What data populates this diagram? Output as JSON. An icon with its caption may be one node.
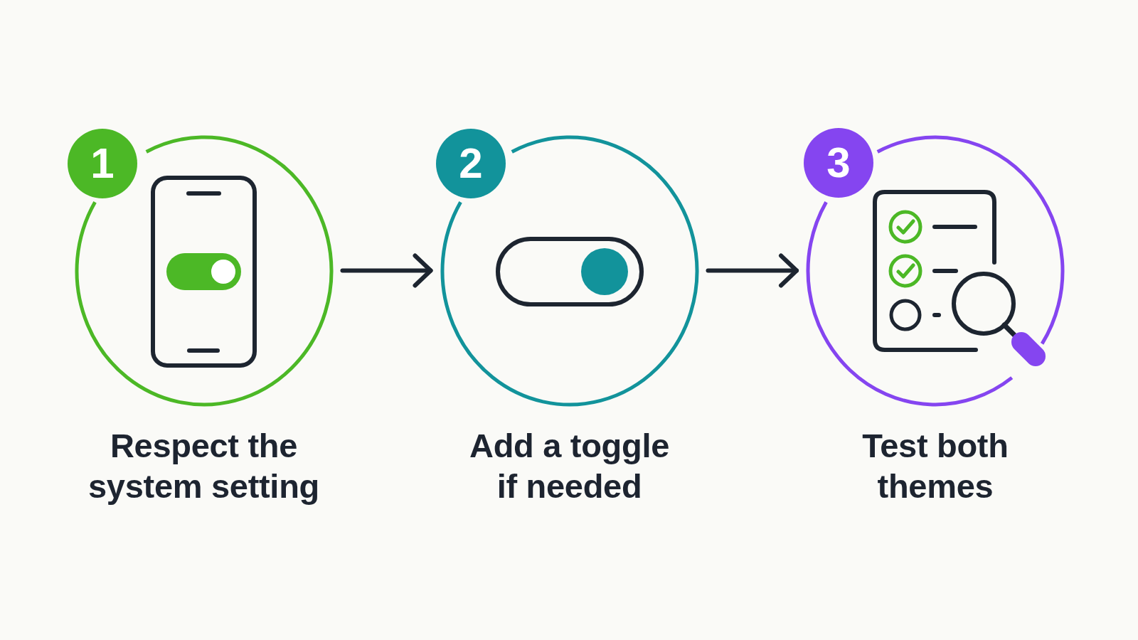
{
  "diagram": {
    "nodes": [
      {
        "text": [
          "1"
        ]
      },
      {
        "text": [
          "Respect the system setting"
        ]
      },
      {
        "text": [
          "2"
        ]
      },
      {
        "text": [
          "Add a toggle if needed"
        ]
      },
      {
        "text": [
          "3"
        ]
      },
      {
        "text": [
          "Test both themes"
        ]
      }
    ],
    "edges": [
      {
        "from": 1,
        "to": 3,
        "arrow": "to"
      },
      {
        "from": 3,
        "to": 5,
        "arrow": "to"
      }
    ]
  }
}
